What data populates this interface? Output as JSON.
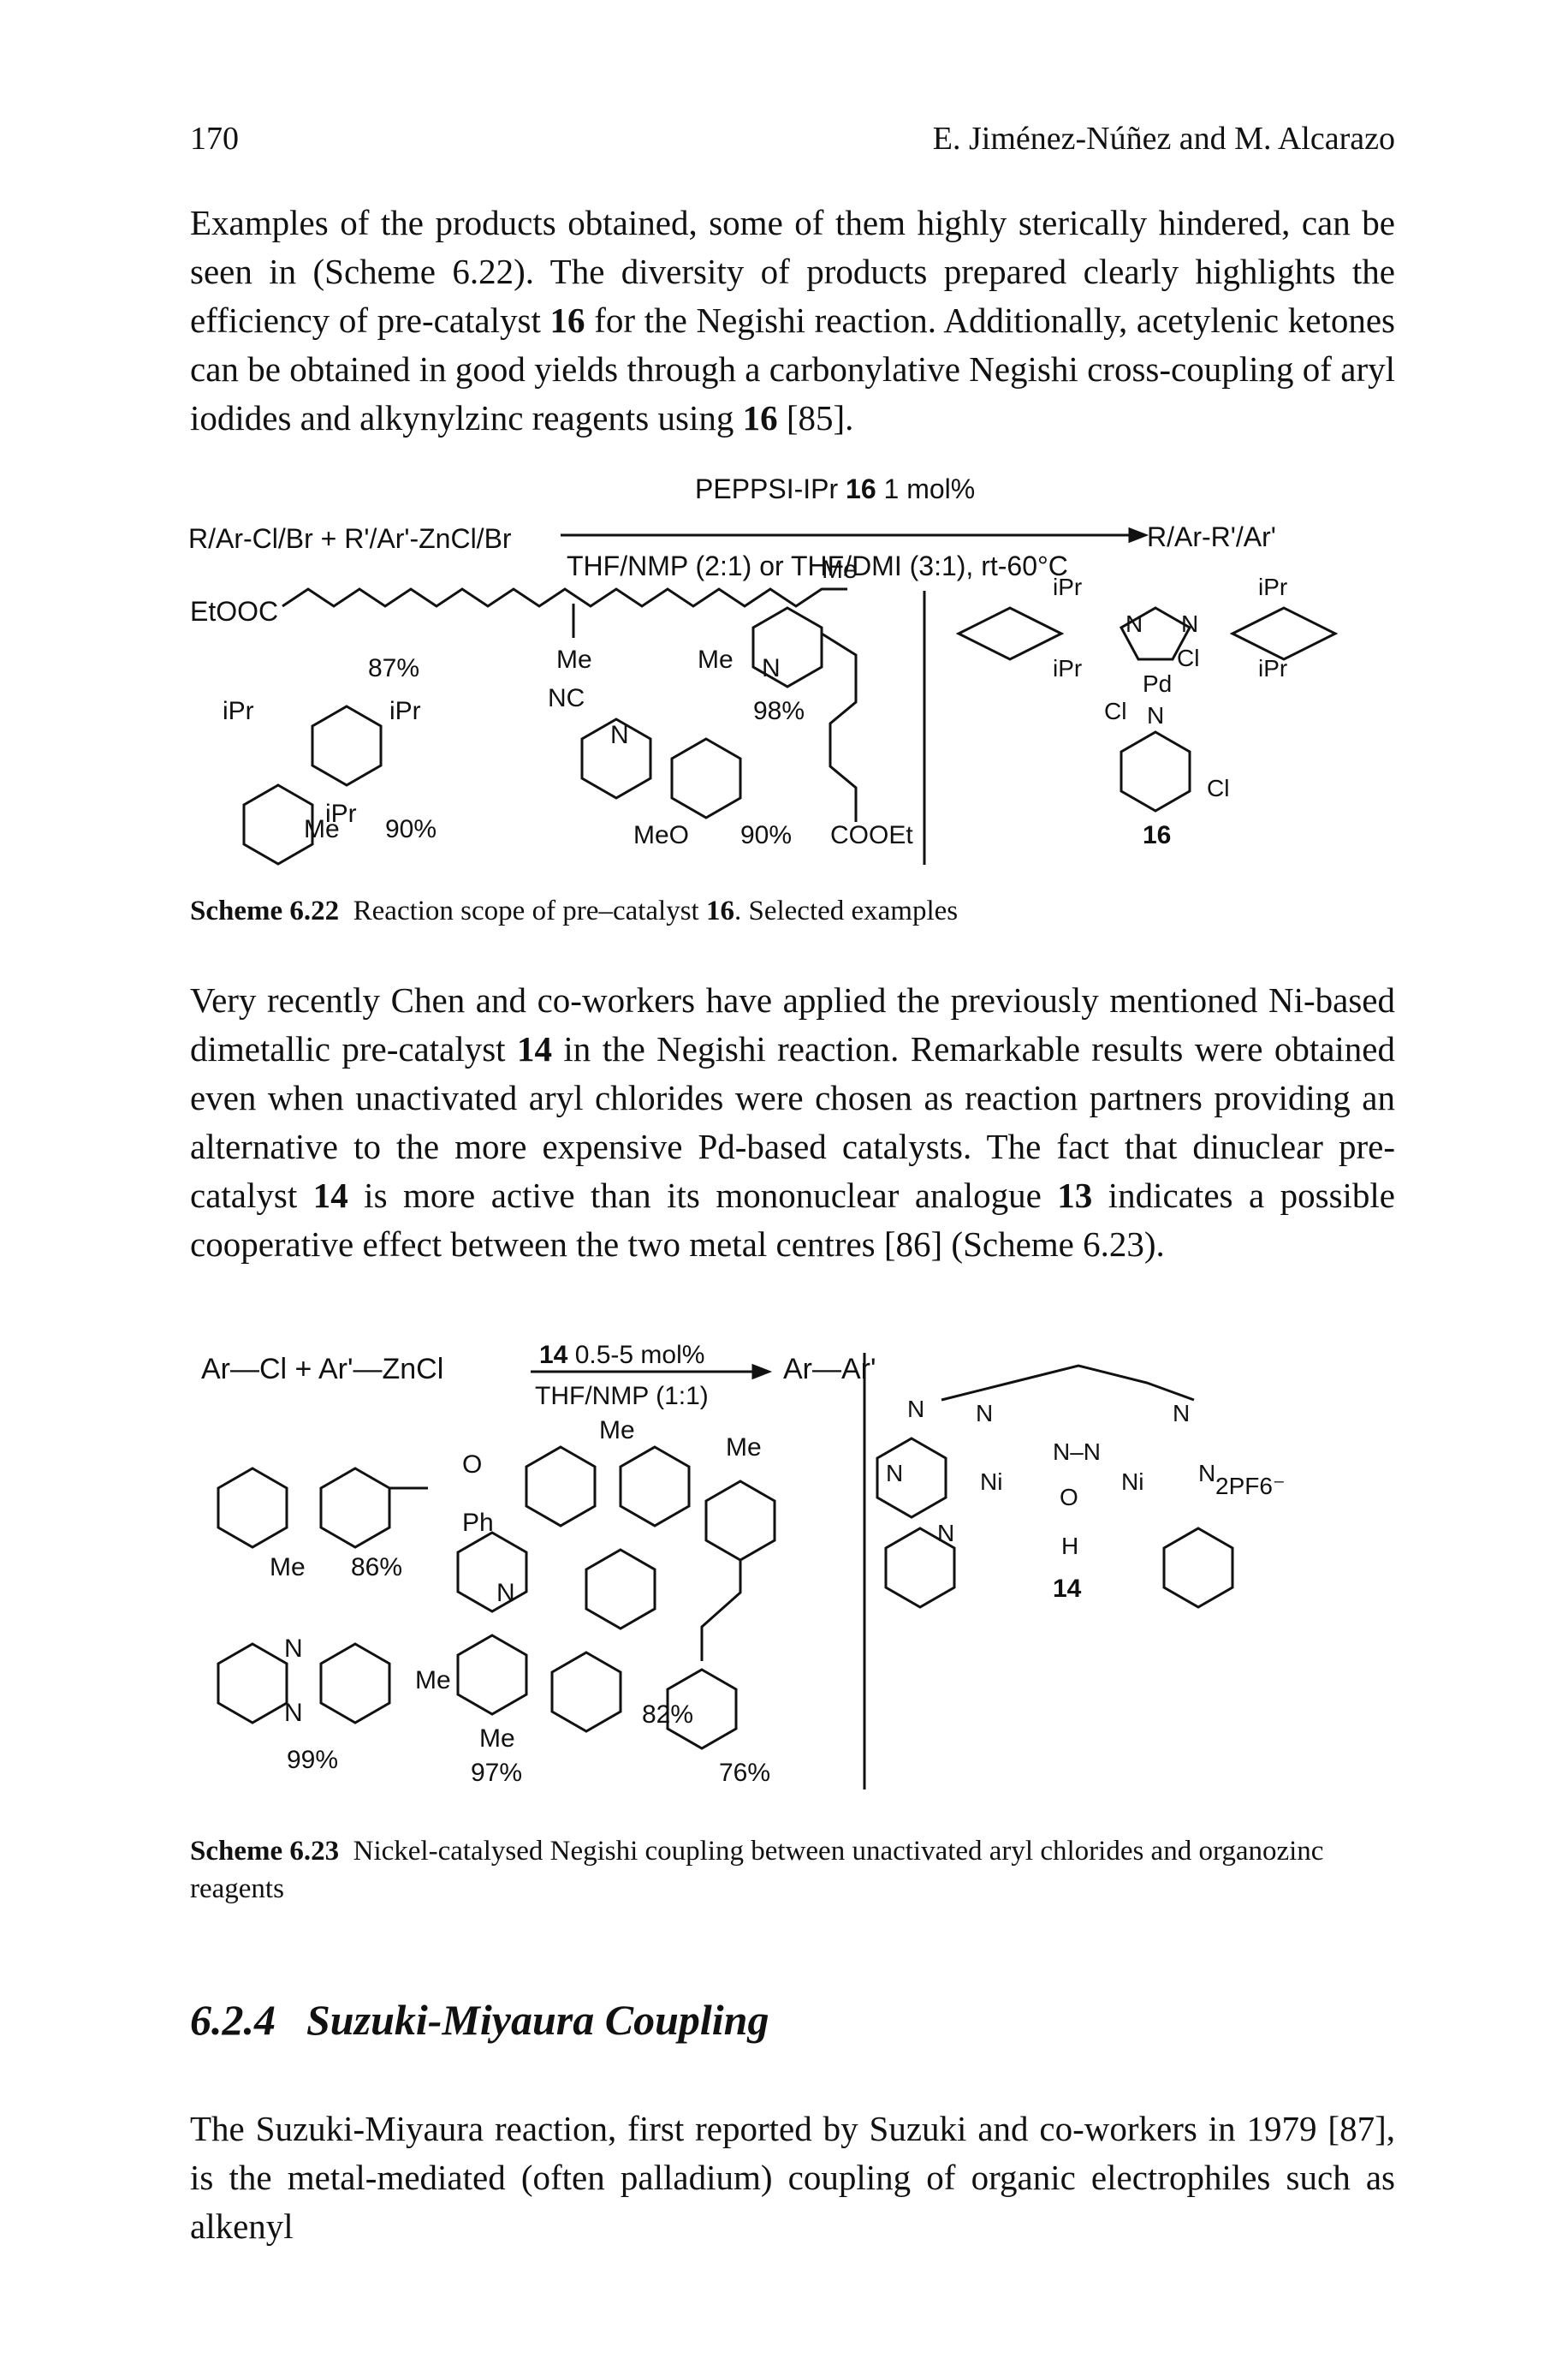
{
  "header": {
    "page_number": "170",
    "running_title": "E. Jiménez-Núñez and M. Alcarazo"
  },
  "para1": {
    "pre": "Examples of the products obtained, some of them highly sterically hindered, can be seen in (Scheme 6.22). The diversity of products prepared clearly highlights the efficiency of pre-catalyst ",
    "b1": "16",
    "mid": " for the Negishi reaction. Additionally, acetylenic ketones can be obtained in good yields through a carbonylative Negishi cross-coupling of aryl iodides and alkynylzinc reagents using ",
    "b2": "16",
    "post": " [85]."
  },
  "scheme1": {
    "reactants": "R/Ar-Cl/Br + R'/Ar'-ZnCl/Br",
    "cond_top_pre": "PEPPSI-IPr ",
    "cond_top_bold": "16",
    "cond_top_post": " 1 mol%",
    "cond_bottom": "THF/NMP (2:1) or THF/DMI (3:1), rt-60°C",
    "product": "R/Ar-R'/Ar'",
    "ester_label": "EtOOC",
    "me_a": "Me",
    "me_b": "Me",
    "me_c": "Me",
    "yield_a": "87%",
    "ipr_1": "iPr",
    "ipr_2": "iPr",
    "ipr_3": "iPr",
    "me_d": "Me",
    "yield_b": "90%",
    "nc": "NC",
    "n_1": "N",
    "meo": "MeO",
    "yield_c": "90%",
    "n_2": "N",
    "yield_d": "98%",
    "cooet": "COOEt",
    "cat_ipr_1": "iPr",
    "cat_ipr_2": "iPr",
    "cat_ipr_3": "iPr",
    "cat_ipr_4": "iPr",
    "cat_n_1": "N",
    "cat_n_2": "N",
    "cat_cl_1": "Cl",
    "cat_pd": "Pd",
    "cat_cl_2": "Cl",
    "cat_n_3": "N",
    "cat_cl_3": "Cl",
    "cat_number": "16"
  },
  "caption1": {
    "label": "Scheme 6.22",
    "pre": "Reaction scope of pre–catalyst ",
    "bold": "16",
    "post": ". Selected examples"
  },
  "para2": {
    "pre": "Very recently Chen and co-workers have applied the previously mentioned Ni-based dimetallic pre-catalyst ",
    "b1": "14",
    "mid1": " in the Negishi reaction. Remarkable results were obtained even when unactivated aryl chlorides were chosen as reaction partners providing an alternative to the more expensive Pd-based catalysts. The fact that dinuclear pre-catalyst ",
    "b2": "14",
    "mid2": " is more active than its mononuclear analogue ",
    "b3": "13",
    "post": " indicates a possible cooperative effect between the two metal centres [86] (Scheme 6.23)."
  },
  "scheme2": {
    "reactants": "Ar—Cl  +  Ar'—ZnCl",
    "cond_top_bold": "14",
    "cond_top_post": " 0.5-5 mol%",
    "cond_bottom": "THF/NMP (1:1)",
    "product": "Ar—Ar'",
    "o": "O",
    "ph": "Ph",
    "me_1": "Me",
    "yield_1": "86%",
    "n_a": "N",
    "n_b": "N",
    "me_2": "Me",
    "yield_2": "99%",
    "me_3": "Me",
    "n_c": "N",
    "me_4": "Me",
    "yield_3": "97%",
    "yield_4": "82%",
    "me_5": "Me",
    "yield_5": "76%",
    "cat_n_1": "N",
    "cat_n_2": "N",
    "cat_n_3": "N",
    "cat_n_4": "N–N",
    "cat_n_5": "N",
    "cat_n_6": "N",
    "cat_ni_1": "Ni",
    "cat_ni_2": "Ni",
    "cat_o": "O",
    "cat_h": "H",
    "cat_n_7": "N",
    "cat_pf6": "2PF6⁻",
    "cat_number": "14"
  },
  "caption2": {
    "label": "Scheme 6.23",
    "text": "Nickel-catalysed Negishi coupling between unactivated aryl chlorides and organozinc reagents"
  },
  "section": {
    "number": "6.2.4",
    "title": "Suzuki-Miyaura Coupling"
  },
  "para3": {
    "text": "The Suzuki-Miyaura reaction, first reported by Suzuki and co-workers in 1979 [87], is the metal-mediated (often palladium) coupling of organic electrophiles such as alkenyl"
  }
}
